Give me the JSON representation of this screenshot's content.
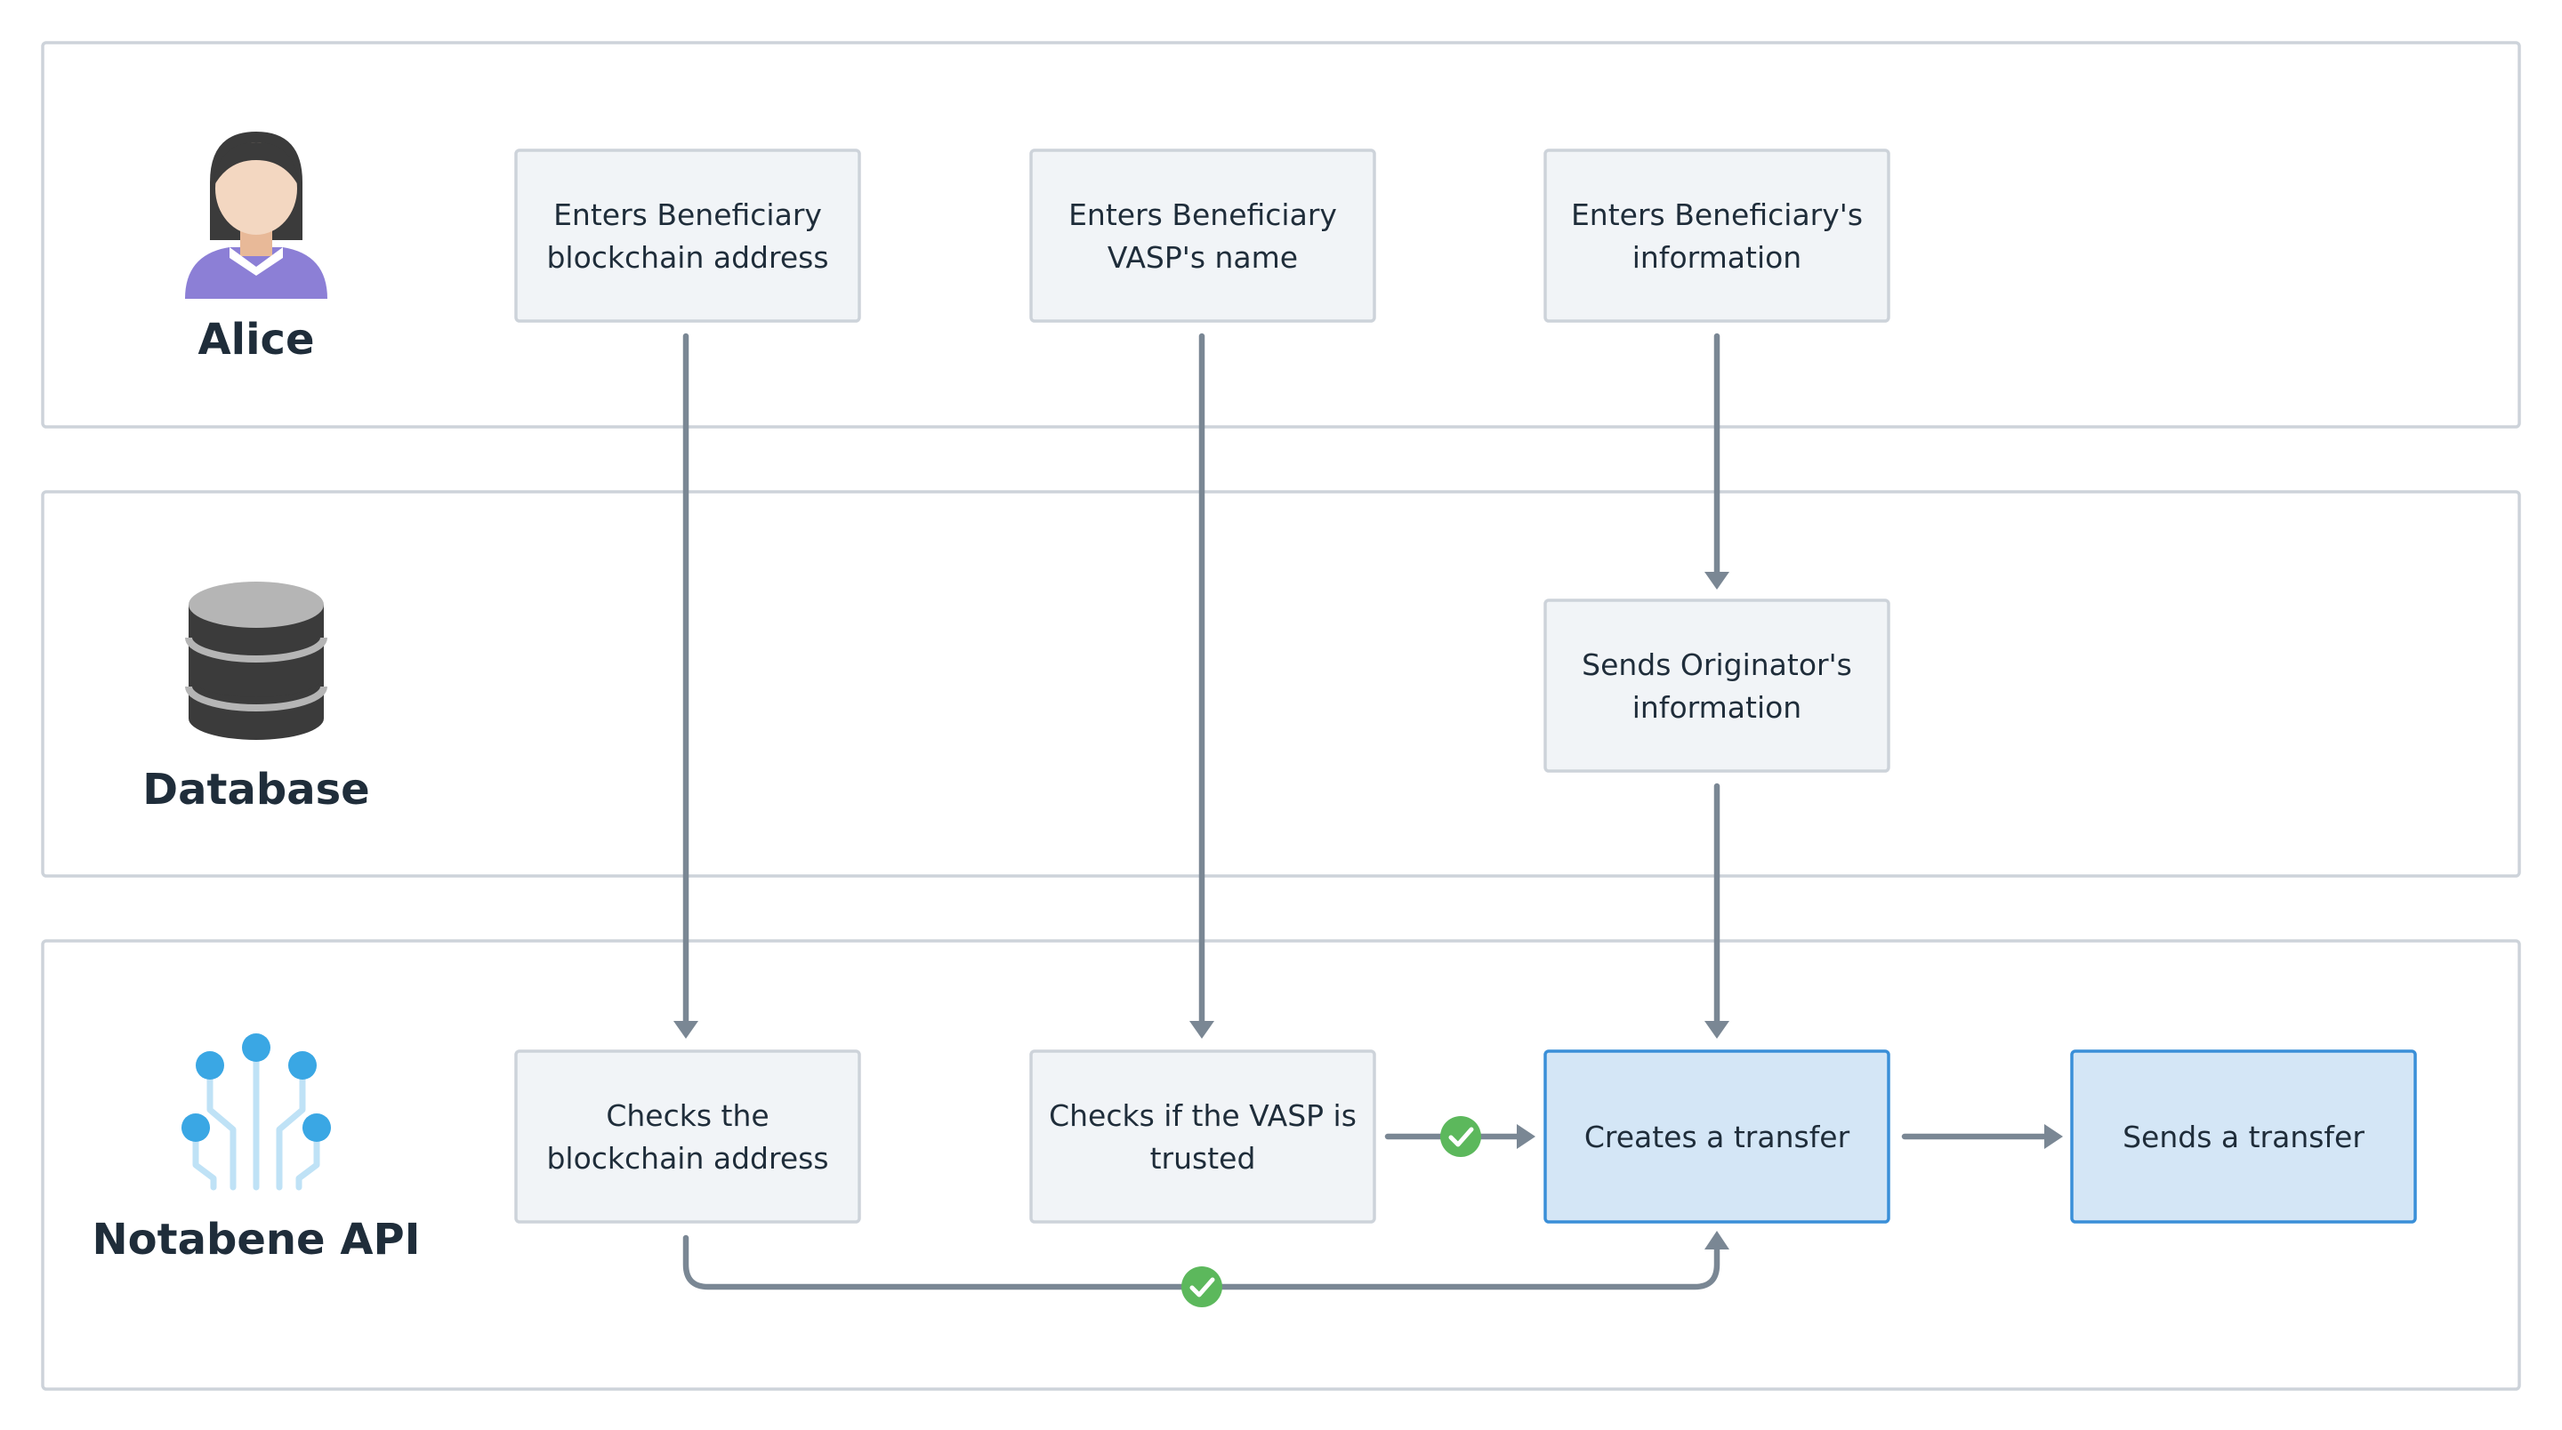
{
  "lanes": [
    {
      "id": "alice",
      "label": "Alice",
      "icon": "woman-avatar-icon"
    },
    {
      "id": "database",
      "label": "Database",
      "icon": "database-icon"
    },
    {
      "id": "api",
      "label": "Notabene API",
      "icon": "circuit-network-icon"
    }
  ],
  "boxes": {
    "enter_address": {
      "line1": "Enters Beneficiary",
      "line2": "blockchain address"
    },
    "enter_vasp": {
      "line1": "Enters Beneficiary",
      "line2": "VASP's name"
    },
    "enter_info": {
      "line1": "Enters Beneficiary's",
      "line2": "information"
    },
    "send_originator": {
      "line1": "Sends Originator's",
      "line2": "information"
    },
    "check_address": {
      "line1": "Checks the",
      "line2": "blockchain address"
    },
    "check_vasp": {
      "line1": "Checks if the VASP is",
      "line2": "trusted"
    },
    "create_transfer": {
      "line1": "Creates a transfer"
    },
    "send_transfer": {
      "line1": "Sends a transfer"
    }
  },
  "colors": {
    "connector": "#7a8794",
    "success": "#5cb85c",
    "highlight_fill": "#d4e6f6",
    "highlight_border": "#3a8fd8",
    "avatar_dress": "#8c7fd6",
    "circuit": "#3aa7e4"
  }
}
